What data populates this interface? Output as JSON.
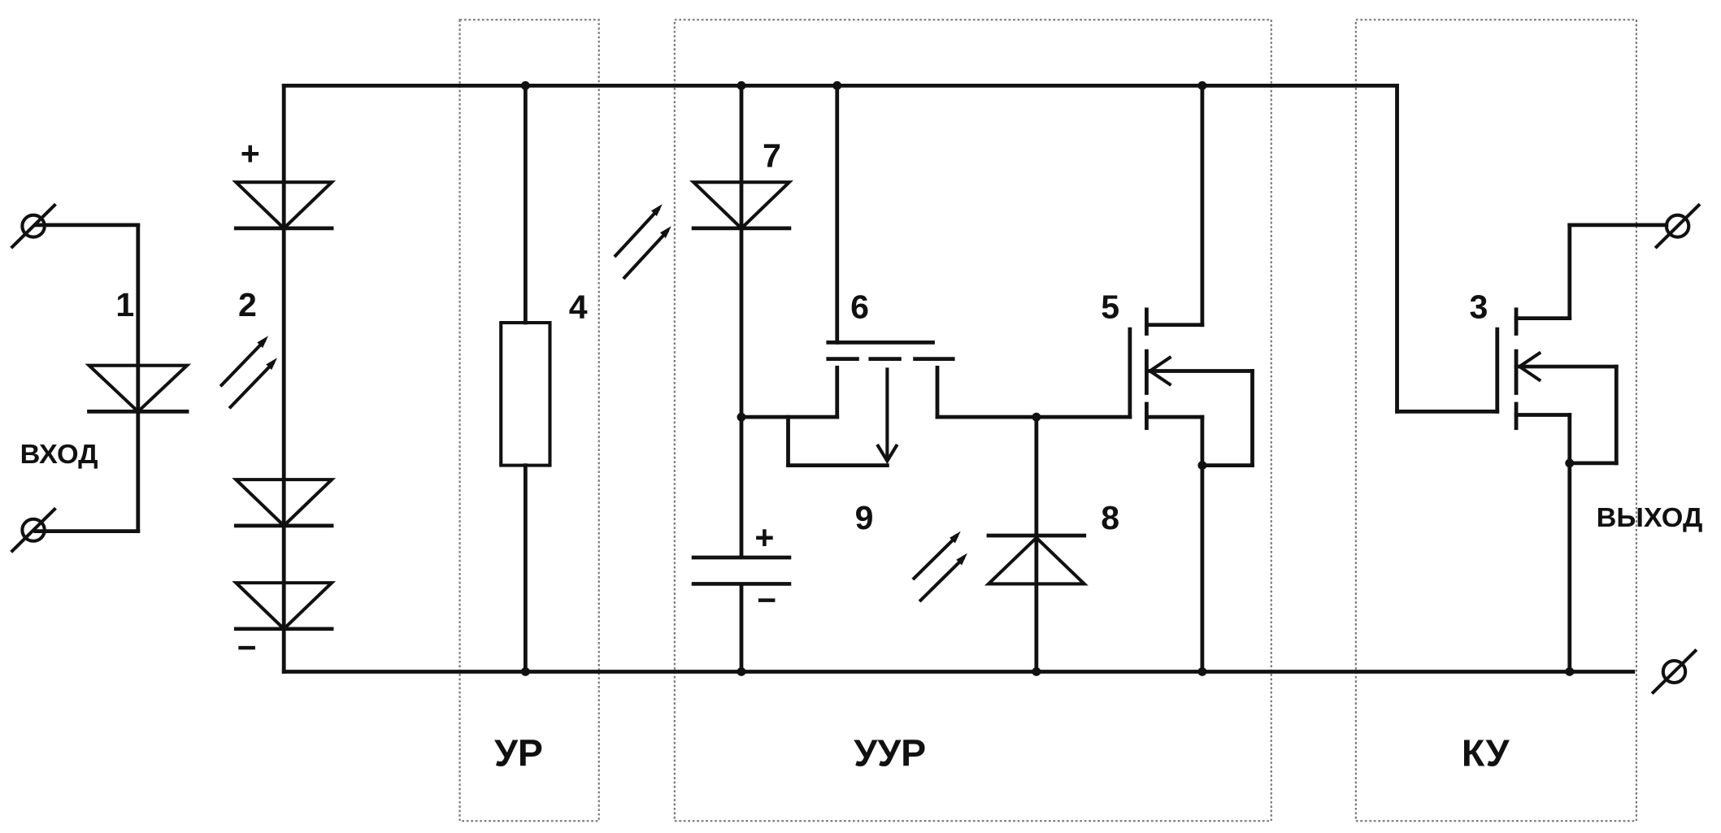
{
  "components": {
    "c1": "1",
    "c2": "2",
    "c3": "3",
    "c4": "4",
    "c5": "5",
    "c6": "6",
    "c7": "7",
    "c8": "8",
    "c9": "9"
  },
  "terminals": {
    "input": "ВХОД",
    "output": "ВЫХОД"
  },
  "blocks": {
    "ur": "УР",
    "uur": "УУР",
    "ku": "КУ"
  },
  "polarity": {
    "plus": "+",
    "minus": "−"
  }
}
